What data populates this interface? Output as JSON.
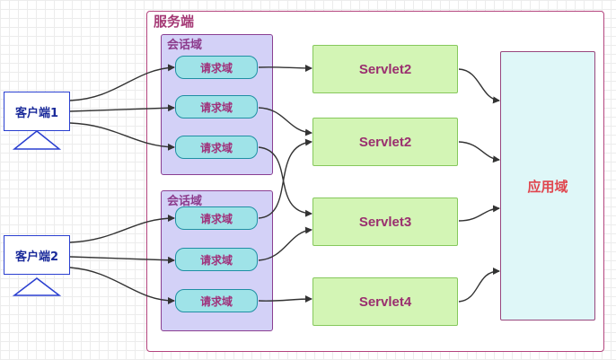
{
  "server": {
    "title": "服务端"
  },
  "sessions": [
    {
      "title": "会话域"
    },
    {
      "title": "会话域"
    }
  ],
  "requests": [
    "请求域",
    "请求域",
    "请求域",
    "请求域",
    "请求域",
    "请求域"
  ],
  "servlets": [
    "Servlet2",
    "Servlet2",
    "Servlet3",
    "Servlet4"
  ],
  "clients": [
    "客户端1",
    "客户端2"
  ],
  "app": {
    "label": "应用域"
  },
  "colors": {
    "server_border": "#b4457e",
    "session_fill": "#d3d1f7",
    "request_fill": "#9fe3e8",
    "servlet_fill": "#d3f5b5",
    "app_fill": "#dff7f8",
    "app_text": "#e0464e",
    "client_border": "#2a3fd0",
    "arrow": "#333333"
  }
}
